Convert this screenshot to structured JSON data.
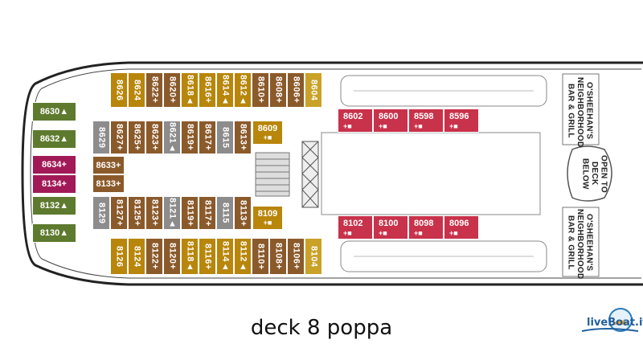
{
  "caption": "deck 8 poppa",
  "logo_text": "liveBoat.it",
  "colors": {
    "gold_dark": "#b8860b",
    "gold_light": "#c9a227",
    "brown": "#8b5a2b",
    "grey": "#8c8c8c",
    "red": "#c8324a",
    "green": "#5e7a2e",
    "magenta": "#a11a57"
  },
  "top_row": [
    "8626",
    "8624",
    "8622+",
    "8620+",
    "8618▲",
    "8616+",
    "8614▲",
    "8612▲",
    "8610+",
    "8608+",
    "8606+",
    "8604"
  ],
  "bottom_row": [
    "8126",
    "8124",
    "8122+",
    "8120+",
    "8118▲",
    "8116+",
    "8114▲",
    "8112▲",
    "8110+",
    "8108+",
    "8106+",
    "8104"
  ],
  "inner_top": [
    "8629",
    "8627+",
    "8625+",
    "8623+",
    "8621▲",
    "8619+",
    "8617+",
    "8615",
    "8613+"
  ],
  "inner_bottom": [
    "8129",
    "8127+",
    "8125+",
    "8123+",
    "8121▲",
    "8119+",
    "8117+",
    "8115",
    "8113+"
  ],
  "inner_mid": [
    "8633+",
    "8133+"
  ],
  "center_top": {
    "number": "8609",
    "icon": "+■"
  },
  "center_bottom": {
    "number": "8109",
    "icon": "+■"
  },
  "red_top": [
    {
      "number": "8602",
      "icon": "+■"
    },
    {
      "number": "8600",
      "icon": "+■"
    },
    {
      "number": "8598",
      "icon": "+■"
    },
    {
      "number": "8596",
      "icon": "+■"
    }
  ],
  "red_bottom": [
    {
      "number": "8102",
      "icon": "+■"
    },
    {
      "number": "8100",
      "icon": "+■"
    },
    {
      "number": "8098",
      "icon": "+■"
    },
    {
      "number": "8096",
      "icon": "+■"
    }
  ],
  "stern_cabins": [
    "8630▲",
    "8632▲",
    "8634+",
    "8134+",
    "8132▲",
    "8130▲"
  ],
  "venues": {
    "top": "O'SHEEHAN'S NEIGHBORHOOD BAR & GRILL",
    "middle": "OPEN TO DECK BELOW",
    "bottom": "O'SHEEHAN'S NEIGHBORHOOD BAR & GRILL"
  }
}
